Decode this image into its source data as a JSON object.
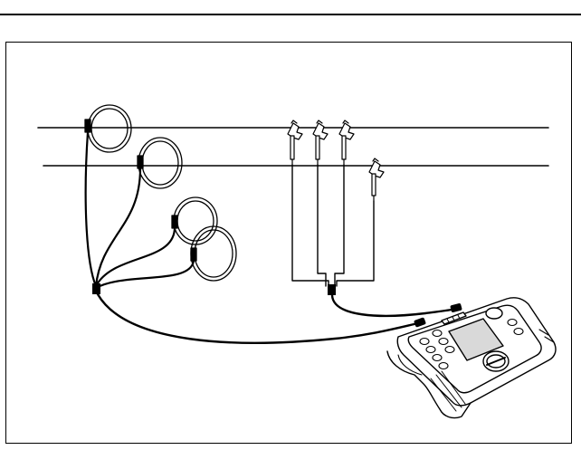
{
  "figure": {
    "caption": "",
    "colors": {
      "ink": "#000000",
      "paper": "#ffffff",
      "screen": "#d9d9d9",
      "body": "#ffffff"
    },
    "components": {
      "conductors": [
        "conductor-line-1",
        "conductor-line-2"
      ],
      "flexible_current_probes": [
        "flex-probe-1",
        "flex-probe-2",
        "flex-probe-3",
        "flex-probe-4"
      ],
      "voltage_clips": [
        "voltage-clip-1",
        "voltage-clip-2",
        "voltage-clip-3",
        "voltage-clip-4"
      ],
      "instrument": "power-quality-analyzer"
    }
  }
}
